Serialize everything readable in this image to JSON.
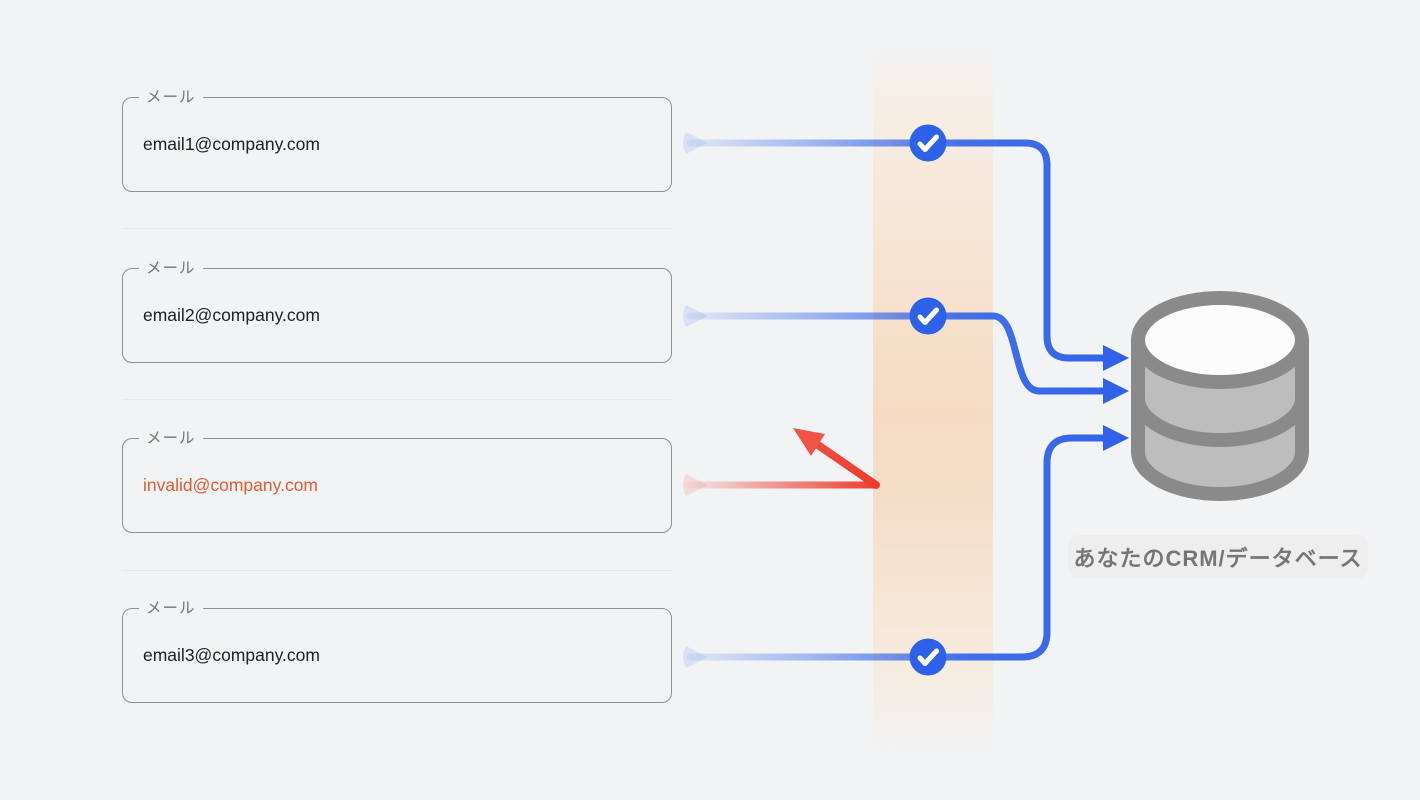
{
  "fields": [
    {
      "label": "メール",
      "value": "email1@company.com",
      "status": "valid"
    },
    {
      "label": "メール",
      "value": "email2@company.com",
      "status": "valid"
    },
    {
      "label": "メール",
      "value": "invalid@company.com",
      "status": "invalid"
    },
    {
      "label": "メール",
      "value": "email3@company.com",
      "status": "valid"
    }
  ],
  "validation": {
    "valid_count": 3,
    "invalid_count": 1,
    "valid_badge_icon": "check-icon",
    "invalid_flow_icon": "bounce-back-arrow-icon"
  },
  "database": {
    "label": "あなたのCRM/データベース",
    "icon": "database-cylinder-icon"
  },
  "theme": {
    "page_bg": "#f2f3f5",
    "field_border": "#8f9094",
    "field_label": "#75757a",
    "field_text": "#202124",
    "error_text": "#e45b33",
    "divider": "#e7e8ea",
    "line_blue": "#2f62e9",
    "badge_blue": "#2d62e8",
    "error_red": "#ee3a2c",
    "error_red_light": "#f05545",
    "band_peach": "#f5dcc2",
    "db_stroke": "#8a8a8a",
    "db_body_fill": "#bdbdbd",
    "db_top_fill": "#fcfcfc",
    "label_bg": "#eeeeee",
    "label_text": "#76767a"
  }
}
